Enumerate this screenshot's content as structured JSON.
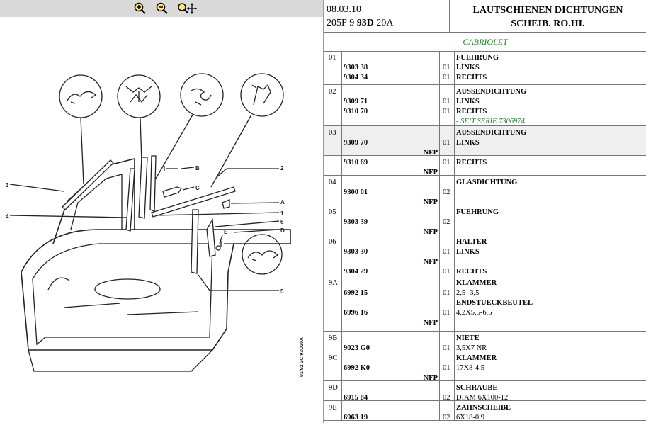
{
  "toolbar": {
    "icons": [
      "zoom-in-icon",
      "zoom-out-icon",
      "zoom-pan-icon"
    ]
  },
  "header": {
    "date": "08.03.10",
    "model_code_a": "205F 9",
    "model_code_b": "93D",
    "model_code_c": "20A",
    "title_line1": "LAUTSCHIENEN DICHTUNGEN",
    "title_line2": "SCHEIB. RO.HI."
  },
  "model": "CABRIOLET",
  "diagram": {
    "callouts": [
      "3",
      "4",
      "2",
      "A",
      "1",
      "6",
      "D",
      "E",
      "B",
      "C",
      "5"
    ],
    "side_text": "01/92   2C 93D20A"
  },
  "rows": [
    {
      "pos": "01",
      "lines": [
        {
          "part": "",
          "nfp": "",
          "qty": "",
          "desc": "FUEHRUNG",
          "style": "b"
        },
        {
          "part": "9303 38",
          "nfp": "",
          "qty": "01",
          "desc": "LINKS",
          "style": "b"
        },
        {
          "part": "9304 34",
          "nfp": "",
          "qty": "01",
          "desc": "RECHTS",
          "style": "b"
        }
      ]
    },
    {
      "pos": "02",
      "lines": [
        {
          "part": "",
          "nfp": "",
          "qty": "",
          "desc": "AUSSENDICHTUNG",
          "style": "b"
        },
        {
          "part": "9309 71",
          "nfp": "",
          "qty": "01",
          "desc": "LINKS",
          "style": "b"
        },
        {
          "part": "9310 70",
          "nfp": "",
          "qty": "01",
          "desc": "RECHTS",
          "style": "b"
        },
        {
          "part": "",
          "nfp": "",
          "qty": "",
          "desc": "- SEIT SERIE 7306974",
          "style": "g"
        }
      ]
    },
    {
      "pos": "03",
      "shade": true,
      "lines": [
        {
          "part": "",
          "nfp": "",
          "qty": "",
          "desc": "AUSSENDICHTUNG",
          "style": "b"
        },
        {
          "part": "9309 70",
          "nfp": "",
          "qty": "01",
          "desc": "LINKS",
          "style": "b"
        },
        {
          "part": "",
          "nfp": "NFP",
          "qty": "",
          "desc": "",
          "style": ""
        }
      ]
    },
    {
      "pos": "",
      "lines": [
        {
          "part": "9310 69",
          "nfp": "",
          "qty": "01",
          "desc": "RECHTS",
          "style": "b"
        },
        {
          "part": "",
          "nfp": "NFP",
          "qty": "",
          "desc": "",
          "style": ""
        }
      ]
    },
    {
      "pos": "04",
      "lines": [
        {
          "part": "",
          "nfp": "",
          "qty": "",
          "desc": "GLASDICHTUNG",
          "style": "b"
        },
        {
          "part": "9300 01",
          "nfp": "",
          "qty": "02",
          "desc": "",
          "style": ""
        },
        {
          "part": "",
          "nfp": "NFP",
          "qty": "",
          "desc": "",
          "style": ""
        }
      ]
    },
    {
      "pos": "05",
      "lines": [
        {
          "part": "",
          "nfp": "",
          "qty": "",
          "desc": "FUEHRUNG",
          "style": "b"
        },
        {
          "part": "9303 39",
          "nfp": "",
          "qty": "02",
          "desc": "",
          "style": ""
        },
        {
          "part": "",
          "nfp": "NFP",
          "qty": "",
          "desc": "",
          "style": ""
        }
      ]
    },
    {
      "pos": "06",
      "lines": [
        {
          "part": "",
          "nfp": "",
          "qty": "",
          "desc": "HALTER",
          "style": "b"
        },
        {
          "part": "9303 30",
          "nfp": "",
          "qty": "01",
          "desc": "LINKS",
          "style": "b"
        },
        {
          "part": "",
          "nfp": "NFP",
          "qty": "",
          "desc": "",
          "style": ""
        },
        {
          "part": "9304 29",
          "nfp": "",
          "qty": "01",
          "desc": "RECHTS",
          "style": "b"
        }
      ]
    },
    {
      "pos": "9A",
      "lines": [
        {
          "part": "",
          "nfp": "",
          "qty": "",
          "desc": "KLAMMER",
          "style": "b"
        },
        {
          "part": "6992 15",
          "nfp": "",
          "qty": "01",
          "desc": "2,5 -3,5",
          "style": ""
        },
        {
          "part": "",
          "nfp": "",
          "qty": "",
          "desc": "ENDSTUECKBEUTEL",
          "style": "b"
        },
        {
          "part": "6996 16",
          "nfp": "",
          "qty": "01",
          "desc": "4,2X5,5-6,5",
          "style": ""
        },
        {
          "part": "",
          "nfp": "NFP",
          "qty": "",
          "desc": "",
          "style": ""
        }
      ]
    },
    {
      "pos": "9B",
      "lines": [
        {
          "part": "",
          "nfp": "",
          "qty": "",
          "desc": "NIETE",
          "style": "b"
        },
        {
          "part": "9023 G0",
          "nfp": "",
          "qty": "01",
          "desc": "3,5X7 NR",
          "style": ""
        }
      ]
    },
    {
      "pos": "9C",
      "lines": [
        {
          "part": "",
          "nfp": "",
          "qty": "",
          "desc": "KLAMMER",
          "style": "b"
        },
        {
          "part": "6992 K0",
          "nfp": "",
          "qty": "01",
          "desc": "17X8-4,5",
          "style": ""
        },
        {
          "part": "",
          "nfp": "NFP",
          "qty": "",
          "desc": "",
          "style": ""
        }
      ]
    },
    {
      "pos": "9D",
      "lines": [
        {
          "part": "",
          "nfp": "",
          "qty": "",
          "desc": "SCHRAUBE",
          "style": "b"
        },
        {
          "part": "6915 84",
          "nfp": "",
          "qty": "02",
          "desc": "DIAM 6X100-12",
          "style": ""
        }
      ]
    },
    {
      "pos": "9E",
      "lines": [
        {
          "part": "",
          "nfp": "",
          "qty": "",
          "desc": "ZAHNSCHEIBE",
          "style": "b"
        },
        {
          "part": "6963 19",
          "nfp": "",
          "qty": "02",
          "desc": "6X18-0,9",
          "style": ""
        }
      ]
    }
  ]
}
